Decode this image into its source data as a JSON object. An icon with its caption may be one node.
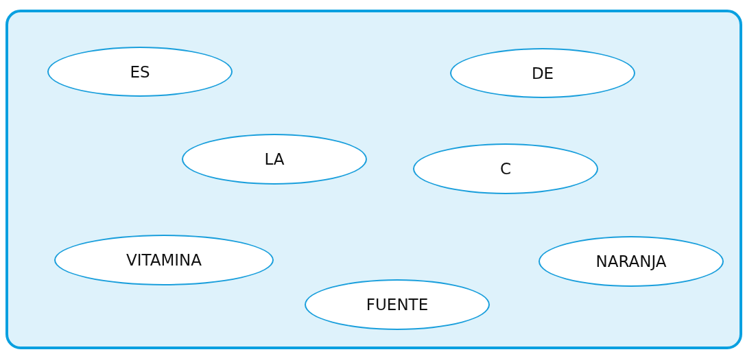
{
  "diagram": {
    "nodes": [
      {
        "text": [],
        "shape": "box"
      },
      {
        "text": [
          "ES"
        ],
        "in": 0
      },
      {
        "text": [
          "DE"
        ],
        "in": 0
      },
      {
        "text": [
          "LA"
        ],
        "in": 0
      },
      {
        "text": [
          "C"
        ],
        "in": 0
      },
      {
        "text": [
          "VITAMINA"
        ],
        "in": 0
      },
      {
        "text": [
          "NARANJA"
        ],
        "in": 0
      },
      {
        "text": [
          "FUENTE"
        ],
        "in": 0
      }
    ],
    "edges": []
  }
}
